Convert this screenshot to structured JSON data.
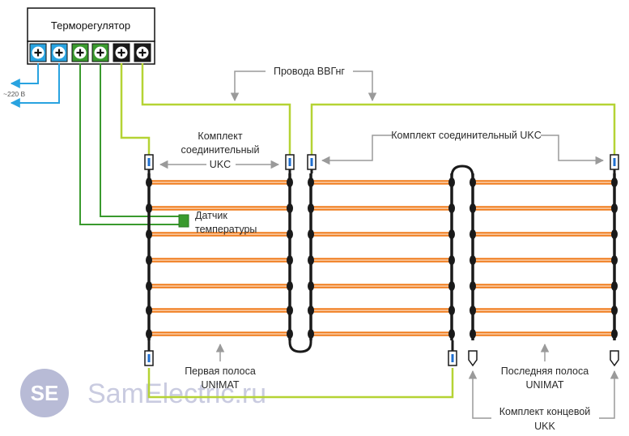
{
  "controller": {
    "title": "Терморегулятор"
  },
  "supply": {
    "voltage_label": "~220 В"
  },
  "labels": {
    "wires": "Провода ВВГнг",
    "connector_kit_line1": "Комплект",
    "connector_kit_line2": "соединительный",
    "connector_kit_line3": "UKC",
    "connector_kit_single": "Комплект соединительный UKC",
    "sensor_line1": "Датчик",
    "sensor_line2": "температуры",
    "first_strip_line1": "Первая полоса",
    "first_strip_line2": "UNIMAT",
    "last_strip_line1": "Последняя полоса",
    "last_strip_line2": "UNIMAT",
    "end_kit_line1": "Комплект концевой",
    "end_kit_line2": "UKK"
  },
  "watermark": {
    "logo": "SE",
    "text": "SamElectric.ru"
  },
  "colors": {
    "supply_wire": "#29a3e0",
    "sensor_wire": "#3a9a2e",
    "power_wire": "#b5d334",
    "heating_rod": "#f07d1e",
    "rail": "#1a1a1a",
    "connector_mark": "#1f6fd0",
    "arrow": "#9a9a9a"
  },
  "icons": [
    "plus-terminal-icon",
    "arrow-icon",
    "sensor-icon",
    "end-cap-icon",
    "connector-icon",
    "logo-icon"
  ]
}
